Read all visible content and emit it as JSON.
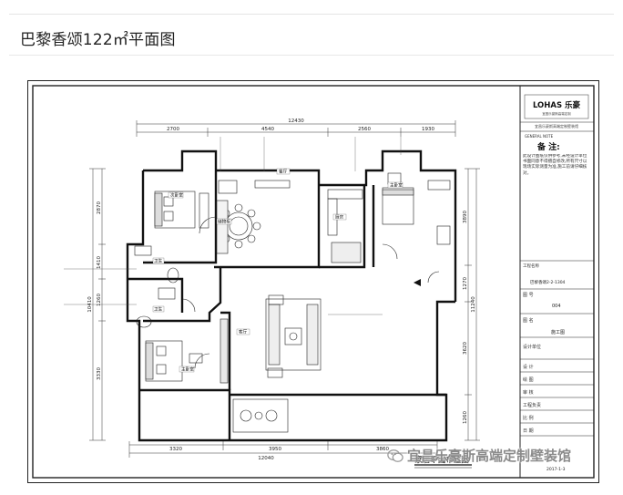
{
  "page": {
    "title": "巴黎香颂122㎡平面图"
  },
  "plan": {
    "dims_top": {
      "total": "12430",
      "seg1": "2700",
      "seg2": "4540",
      "seg3": "2560",
      "seg4": "1930"
    },
    "dims_bottom": {
      "total": "12040",
      "seg1": "3320",
      "seg2": "3950",
      "seg3": "3860"
    },
    "dims_left": {
      "total": "10410",
      "seg1": "2870",
      "seg2": "1410",
      "seg3": "1260",
      "seg4": "3330"
    },
    "dims_right": {
      "total": "11240",
      "seg1": "3890",
      "seg2": "1270",
      "seg3": "3620",
      "seg4": "1260"
    },
    "rooms": {
      "bedroom_top": "次卧室",
      "dining": "餐厅",
      "kitchen": "厨房",
      "master_top": "主卧室",
      "closet": "储物柜",
      "living": "客厅",
      "bedroom_bottom": "主卧室",
      "bath1": "卫生",
      "bath2": "卫生"
    },
    "plan_title": "家居平面布置图"
  },
  "title_block": {
    "brand": "LOHAS 乐豪",
    "brand_sub": "宜昌乐豪斯高端定制",
    "company_line": "宜昌乐豪斯高端定制壁装馆",
    "general_note_en": "GENERAL NOTE",
    "general_note": "备 注:",
    "notes_body": "此设计图纸仅供参考,未经设计单位书面同意不得擅自修改,所有尺寸以现场实际测量为准,施工前请仔细核对。",
    "project_label": "工程名称",
    "project_value": "巴黎香颂2-2-1304",
    "drawing_no_label": "图 号",
    "drawing_no_value": "004",
    "drawing_name_label": "图 名",
    "drawing_name_value": "施工图",
    "designer_label": "设计单位",
    "row_labels": [
      "设 计",
      "绘 图",
      "审 核",
      "工程负责",
      "比 例",
      "日 期"
    ],
    "date_value": "2017-1-3"
  },
  "watermark": {
    "text": "宜昌乐豪斯高端定制壁装馆"
  }
}
